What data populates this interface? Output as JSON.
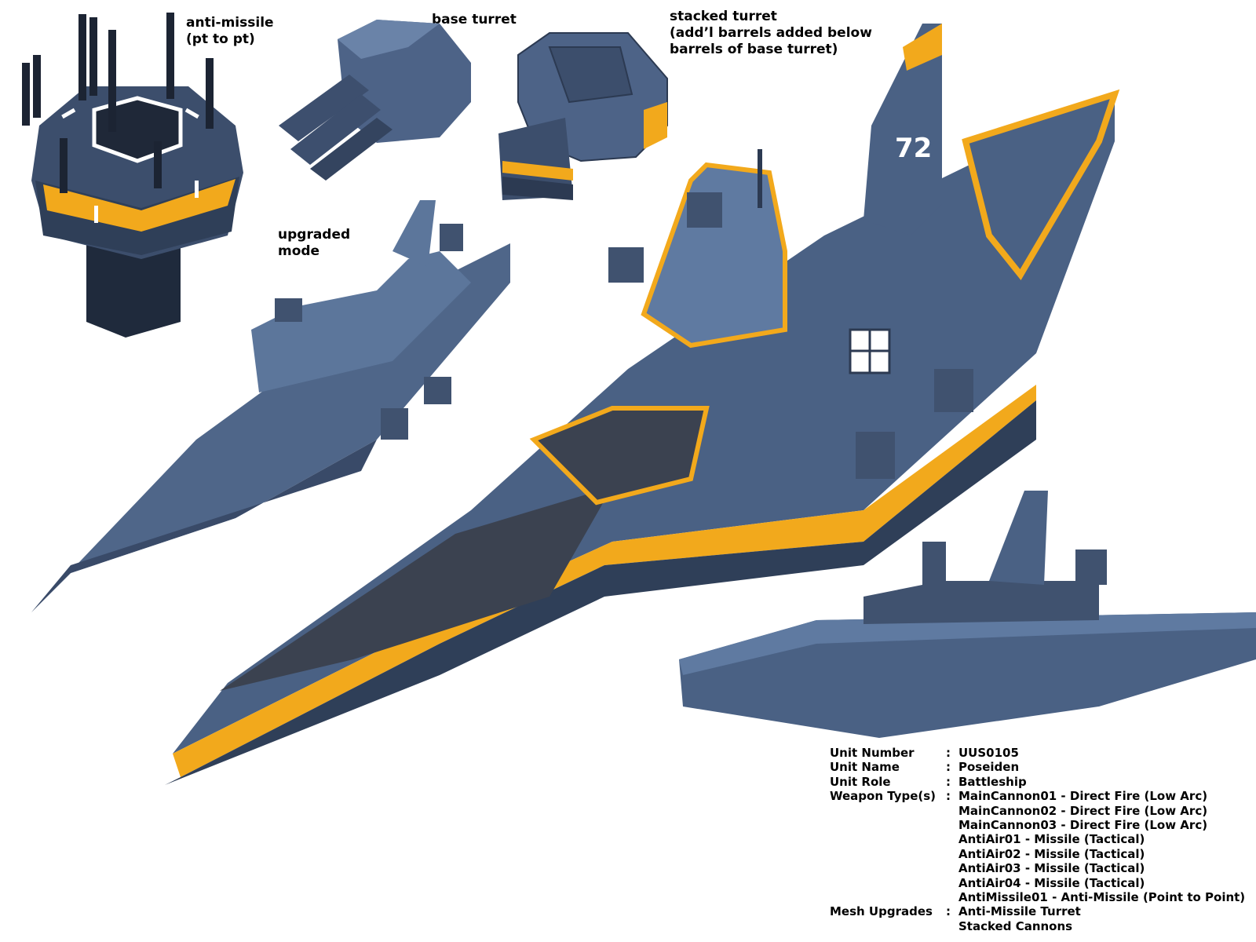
{
  "labels": {
    "anti_missile": "anti-missile\n(pt to pt)",
    "base_turret": "base turret",
    "stacked_turret": "stacked turret\n(add’l barrels added below\nbarrels of base turret)",
    "upgraded_mode": "upgraded\nmode"
  },
  "hull_number": "72",
  "specs": [
    {
      "key": "Unit Number",
      "value": "UUS0105"
    },
    {
      "key": "Unit Name",
      "value": "Poseiden"
    },
    {
      "key": "Unit Role",
      "value": "Battleship"
    },
    {
      "key": "Weapon Type(s)",
      "value": "MainCannon01 - Direct Fire (Low Arc)\nMainCannon02 - Direct Fire (Low Arc)\nMainCannon03 - Direct Fire (Low Arc)\nAntiAir01 - Missile (Tactical)\nAntiAir02 - Missile (Tactical)\nAntiAir03 - Missile (Tactical)\nAntiAir04 - Missile (Tactical)\nAntiMissile01 - Anti-Missile (Point to Point)"
    },
    {
      "key": "Mesh Upgrades",
      "value": "Anti-Missile Turret\nStacked Cannons"
    }
  ],
  "colors": {
    "hull": "#4a6184",
    "hull_light": "#6a83a8",
    "hull_dark": "#2c3a52",
    "stripe": "#f2a91c",
    "deck": "#3b4250"
  }
}
